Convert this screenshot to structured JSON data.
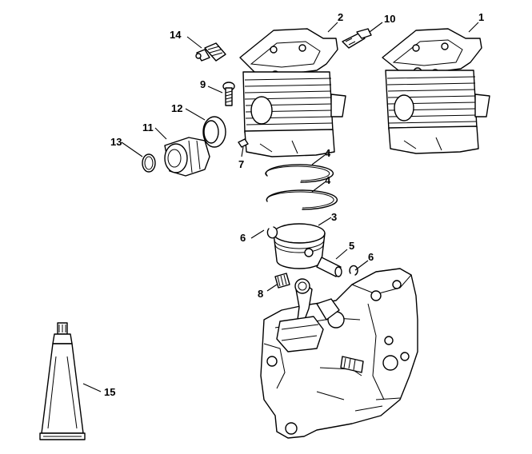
{
  "callouts": [
    {
      "id": "1",
      "label": "1"
    },
    {
      "id": "2",
      "label": "2"
    },
    {
      "id": "3",
      "label": "3"
    },
    {
      "id": "4a",
      "label": "4"
    },
    {
      "id": "4b",
      "label": "4"
    },
    {
      "id": "5",
      "label": "5"
    },
    {
      "id": "6a",
      "label": "6"
    },
    {
      "id": "6b",
      "label": "6"
    },
    {
      "id": "7",
      "label": "7"
    },
    {
      "id": "8",
      "label": "8"
    },
    {
      "id": "9",
      "label": "9"
    },
    {
      "id": "10",
      "label": "10"
    },
    {
      "id": "11",
      "label": "11"
    },
    {
      "id": "12",
      "label": "12"
    },
    {
      "id": "13",
      "label": "13"
    },
    {
      "id": "14",
      "label": "14"
    },
    {
      "id": "15",
      "label": "15"
    }
  ],
  "colors": {
    "line": "#000000",
    "background": "#ffffff"
  }
}
